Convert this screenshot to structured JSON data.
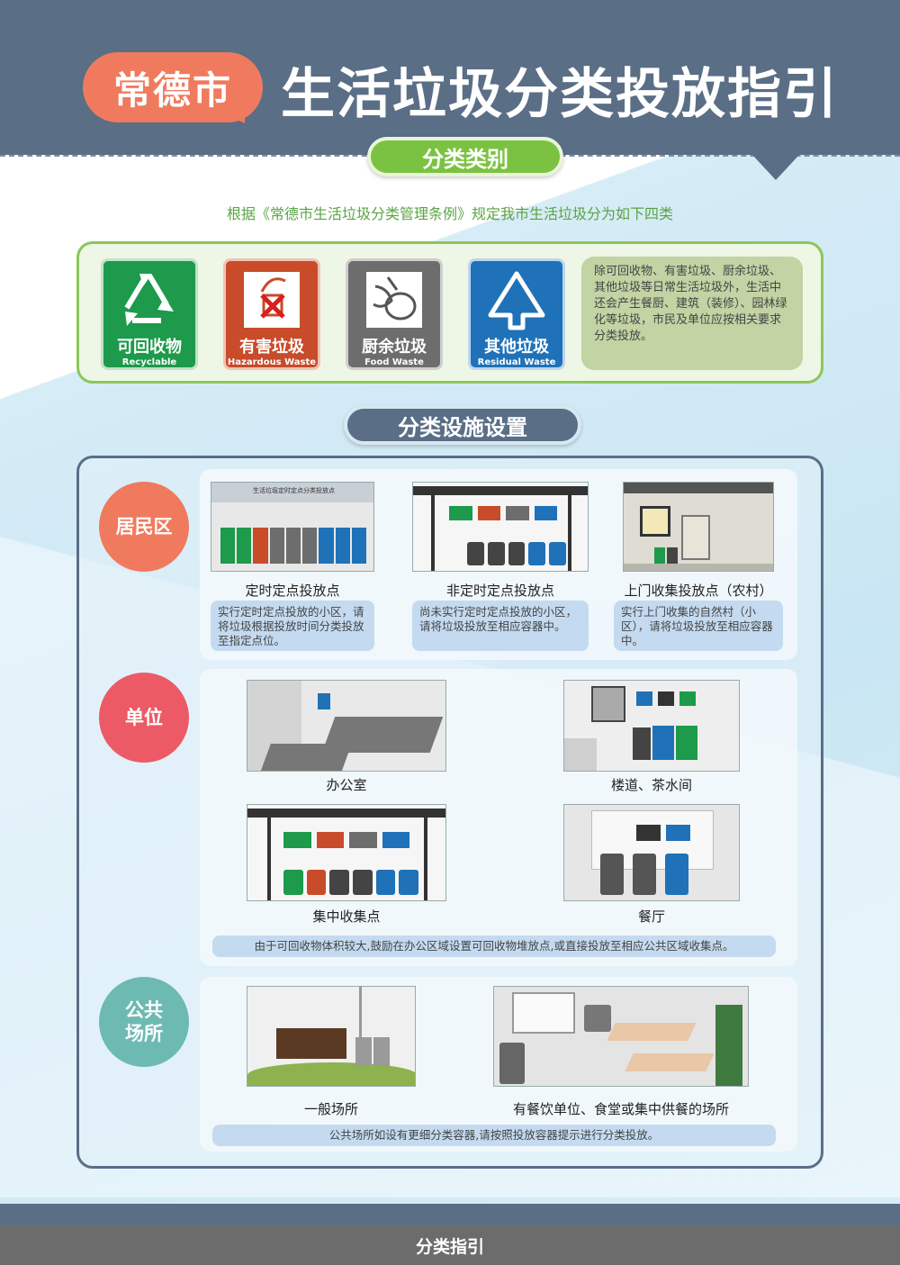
{
  "header": {
    "city": "常德市",
    "title": "生活垃圾分类投放指引"
  },
  "section1": {
    "heading": "分类类别",
    "intro": "根据《常德市生活垃圾分类管理条例》规定我市生活垃圾分为如下四类",
    "categories": [
      {
        "cn": "可回收物",
        "en": "Recyclable",
        "color": "#1d9a4b",
        "icon": "recycle-icon"
      },
      {
        "cn": "有害垃圾",
        "en": "Hazardous Waste",
        "color": "#c84b2a",
        "icon": "hazard-icon"
      },
      {
        "cn": "厨余垃圾",
        "en": "Food Waste",
        "color": "#6d6d6d",
        "icon": "food-waste-icon"
      },
      {
        "cn": "其他垃圾",
        "en": "Residual Waste",
        "color": "#1f72b8",
        "icon": "residual-icon"
      }
    ],
    "note": "除可回收物、有害垃圾、厨余垃圾、其他垃圾等日常生活垃圾外，生活中还会产生餐厨、建筑（装修）、园林绿化等垃圾，市民及单位应按相关要求分类投放。"
  },
  "section2": {
    "heading": "分类设施设置",
    "zones": {
      "residential": {
        "label": "居民区",
        "color": "#f07a5e",
        "items": [
          {
            "caption": "定时定点投放点",
            "desc": "实行定时定点投放的小区，请将垃圾根据投放时间分类投放至指定点位。",
            "sign": "生活垃圾定时定点分类投放点"
          },
          {
            "caption": "非定时定点投放点",
            "desc": "尚未实行定时定点投放的小区，请将垃圾投放至相应容器中。"
          },
          {
            "caption": "上门收集投放点（农村）",
            "desc": "实行上门收集的自然村（小区），请将垃圾投放至相应容器中。"
          }
        ]
      },
      "unit": {
        "label": "单位",
        "color": "#ec5a66",
        "items": [
          {
            "caption": "办公室"
          },
          {
            "caption": "楼道、茶水间"
          },
          {
            "caption": "集中收集点"
          },
          {
            "caption": "餐厅"
          }
        ],
        "note": "由于可回收物体积较大,鼓励在办公区域设置可回收物堆放点,或直接投放至相应公共区域收集点。"
      },
      "public": {
        "label": "公共\n场所",
        "label_line1": "公共",
        "label_line2": "场所",
        "color": "#6dbab2",
        "items": [
          {
            "caption": "一般场所"
          },
          {
            "caption": "有餐饮单位、食堂或集中供餐的场所"
          }
        ],
        "note": "公共场所如设有更细分类容器,请按照投放容器提示进行分类投放。"
      }
    }
  },
  "footer": {
    "label": "分类指引"
  }
}
